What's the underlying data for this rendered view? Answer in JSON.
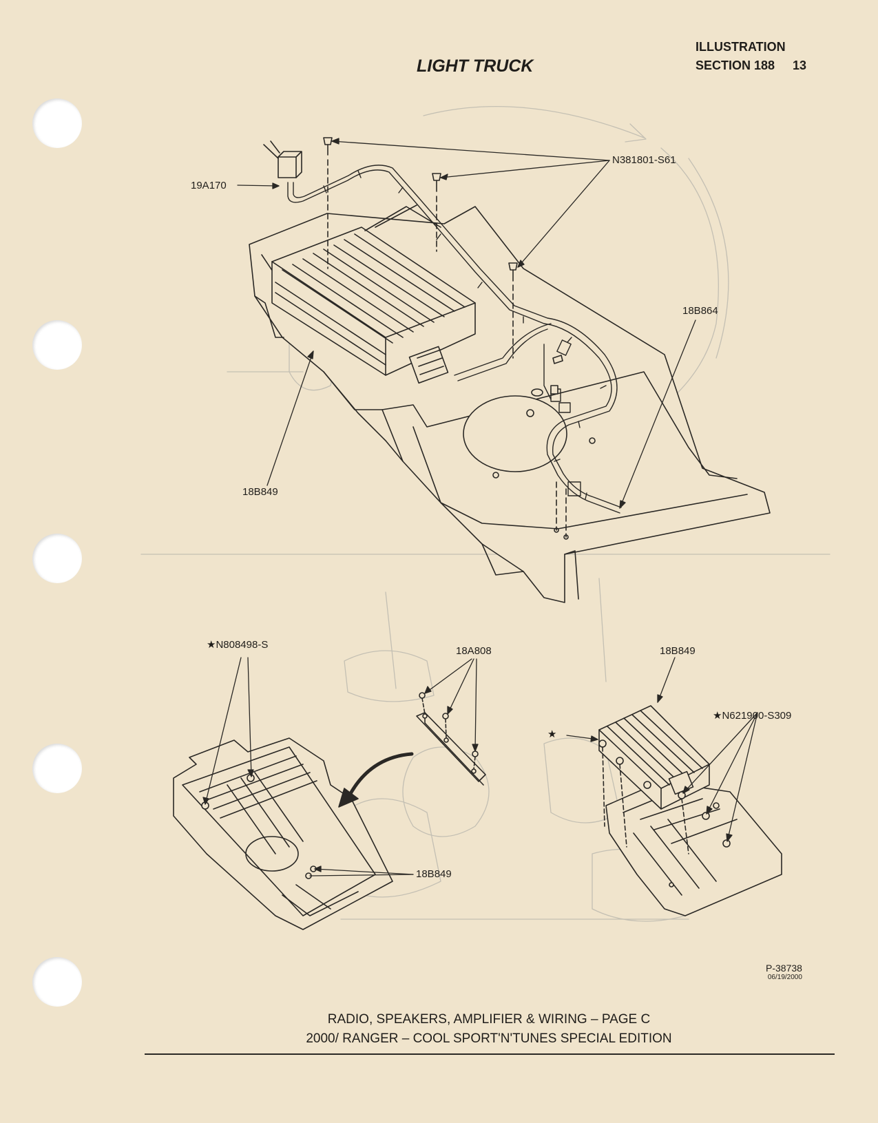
{
  "header": {
    "title": "LIGHT TRUCK",
    "illustration": "ILLUSTRATION",
    "section": "SECTION 188",
    "page_number": "13"
  },
  "callouts": {
    "screw_top": "N381801-S61",
    "wire_19a170": "19A170",
    "harness": "18B864",
    "amp_main": "18B849",
    "screw_bottom": "★N808498-S",
    "bracket": "18A808",
    "amp_right": "18B849",
    "nut_right": "★N621900-S309",
    "star_mark": "★",
    "amp_bottom_left": "18B849"
  },
  "footer": {
    "ref_number": "P-38738",
    "ref_date": "06/19/2000",
    "caption_line1": "RADIO, SPEAKERS, AMPLIFIER & WIRING – PAGE C",
    "caption_line2": "2000/ RANGER – COOL SPORT'N'TUNES SPECIAL EDITION"
  }
}
